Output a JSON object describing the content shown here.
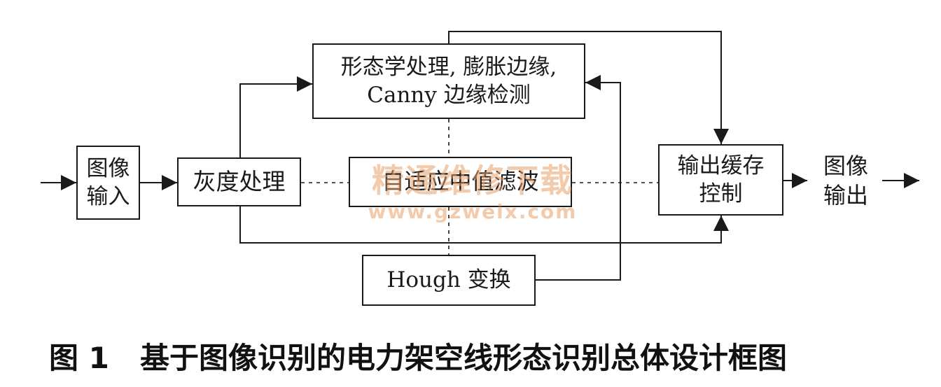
{
  "boxes": {
    "image_input": [
      "图像",
      "输入"
    ],
    "gray": "灰度处理",
    "morph": [
      "形态学处理, 膨胀边缘,",
      "Canny 边缘检测"
    ],
    "median": "自适应中值滤波",
    "hough": "Hough 变换",
    "buffer": [
      "输出缓存",
      "控制"
    ]
  },
  "output_label": [
    "图像",
    "输出"
  ],
  "watermark": {
    "line1": "精通维修下载",
    "line2": "www.gzweix.com"
  },
  "caption": {
    "number": "图 1",
    "title": "基于图像识别的电力架空线形态识别总体设计框图"
  },
  "colors": {
    "ink": "#1a1a1a",
    "watermark": "#e8a06a"
  }
}
